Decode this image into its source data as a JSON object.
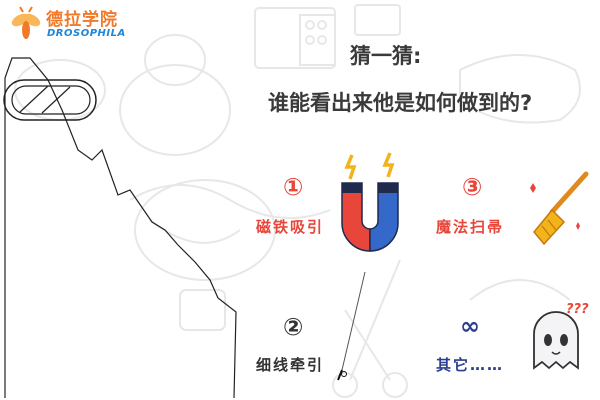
{
  "logo": {
    "name_cn": "德拉学院",
    "name_en": "DROSOPHILA",
    "brand_orange": "#f07a2a",
    "brand_blue": "#1f86d6"
  },
  "title": {
    "line1": "猜一猜:",
    "line2": "谁能看出来他是如何做到的?"
  },
  "options": [
    {
      "number": "①",
      "label": "磁铁吸引",
      "color": "#e8463a",
      "icon": "magnet-icon"
    },
    {
      "number": "②",
      "label": "细线牵引",
      "color": "#333333",
      "icon": "thread-needle-icon"
    },
    {
      "number": "③",
      "label": "魔法扫帚",
      "color": "#e8463a",
      "icon": "broom-icon"
    },
    {
      "number": "∞",
      "label": "其它……",
      "color": "#2b3f8f",
      "icon": "ghost-icon"
    }
  ],
  "ghost_marks": "???"
}
